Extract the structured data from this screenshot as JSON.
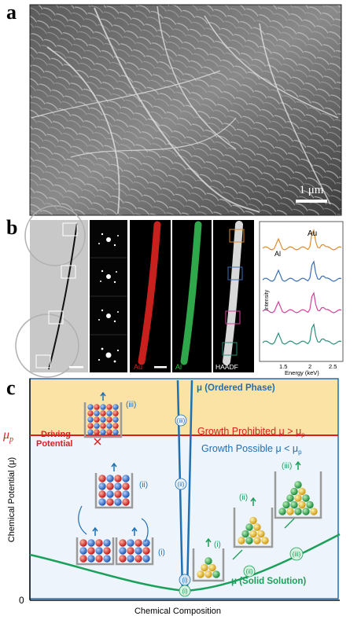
{
  "panels": {
    "a": "a",
    "b": "b",
    "c": "c"
  },
  "panel_a": {
    "scale_bar": "1 μm"
  },
  "panel_b": {
    "map_au": "Au",
    "map_al": "Al",
    "map_haadf": "HAADF",
    "spectrum": {
      "ylabel": "Intensity",
      "xlabel": "Energy (keV)",
      "xticks": [
        "1.5",
        "2",
        "2.5"
      ],
      "peak_al": "Al",
      "peak_au": "Au",
      "series_colors": [
        "#e08a2c",
        "#3a6fb5",
        "#d6409a",
        "#2a8f7a"
      ]
    }
  },
  "panel_c": {
    "ylabel": "Chemical Potential (μ)",
    "xlabel": "Chemical Composition",
    "origin": "0",
    "mu_p": "μ",
    "mu_p_sub": "p",
    "driving_potential_1": "Driving",
    "driving_potential_2": "Potential",
    "ordered_phase": "μ (Ordered Phase)",
    "solid_solution": "μ (Solid Solution)",
    "growth_prohibited": "Growth Prohibited μ > μ",
    "growth_prohibited_sub": "p",
    "growth_possible": "Growth Possible μ < μ",
    "growth_possible_sub": "p",
    "stages": {
      "i": "(i)",
      "ii": "(ii)",
      "iii": "(iii)"
    },
    "colors": {
      "prohibited_region": "#fbe3a6",
      "possible_region": "#eef4fb",
      "threshold_line": "#d81e1e",
      "ordered_curve": "#1f6fb4",
      "solid_curve": "#1aa05a",
      "atom_au": "#e0b018",
      "atom_al": "#2aa050",
      "atom_red": "#d8282a",
      "atom_blue": "#2c6cc4"
    }
  }
}
